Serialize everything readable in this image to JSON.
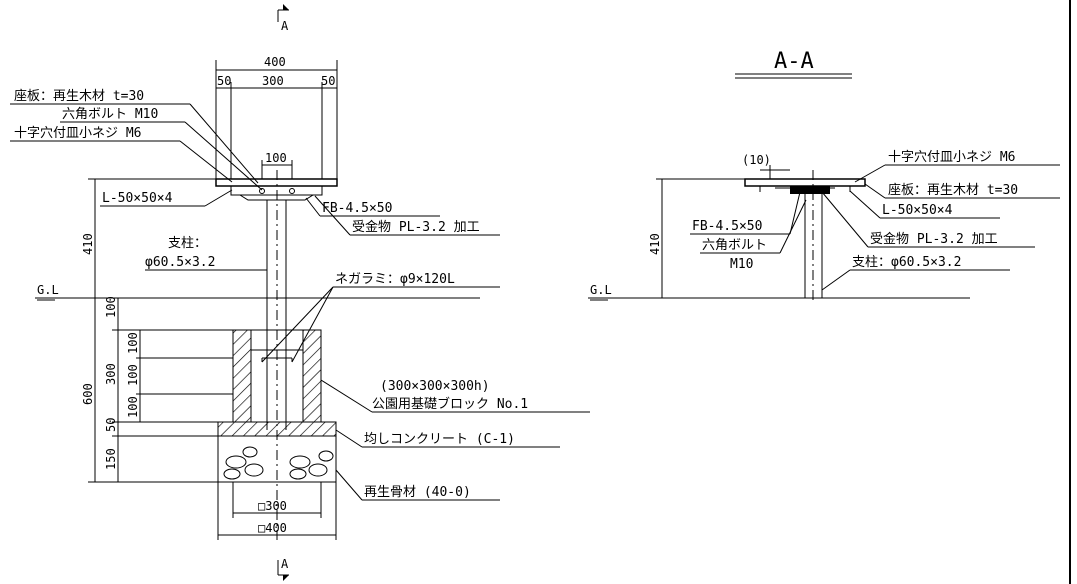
{
  "section_marks": {
    "top": "A",
    "bottom": "A"
  },
  "section_title": "A-A",
  "left_view": {
    "dims_top": {
      "overall": "400",
      "left_margin": "50",
      "center": "300",
      "right_margin": "50",
      "pipe_width": "100"
    },
    "labels": {
      "seat_plate": "座板：再生木材 t=30",
      "hex_bolt": "六角ボルト M10",
      "screw": "十字穴付皿小ネジ M6",
      "angle": "L-50×50×4",
      "flat_bar": "FB-4.5×50",
      "receiver": "受金物 PL-3.2 加工",
      "post_line1": "支柱：",
      "post_line2": "φ60.5×3.2",
      "anchor": "ネガラミ：φ9×120L",
      "block_size": "(300×300×300h)",
      "block": "公園用基礎ブロック No.1",
      "leveling": "均しコンクリート (C-1)",
      "aggregate": "再生骨材 (40-0)",
      "gl": "G.L"
    },
    "dims_left": {
      "height_above": "410",
      "depth": "600",
      "d100a": "100",
      "d300": "300",
      "d100b": "100",
      "d100c": "100",
      "d100d": "100",
      "d50": "50",
      "d150": "150"
    },
    "dims_bottom": {
      "inner": "□300",
      "outer": "□400"
    }
  },
  "right_view": {
    "labels": {
      "gap": "(10)",
      "screw": "十字穴付皿小ネジ M6",
      "seat_plate": "座板：再生木材 t=30",
      "angle": "L-50×50×4",
      "flat_bar": "FB-4.5×50",
      "hex_bolt": "六角ボルト",
      "hex_bolt_size": "M10",
      "receiver": "受金物 PL-3.2 加工",
      "post": "支柱：φ60.5×3.2",
      "gl": "G.L"
    },
    "dims_left": {
      "height_above": "410"
    }
  }
}
